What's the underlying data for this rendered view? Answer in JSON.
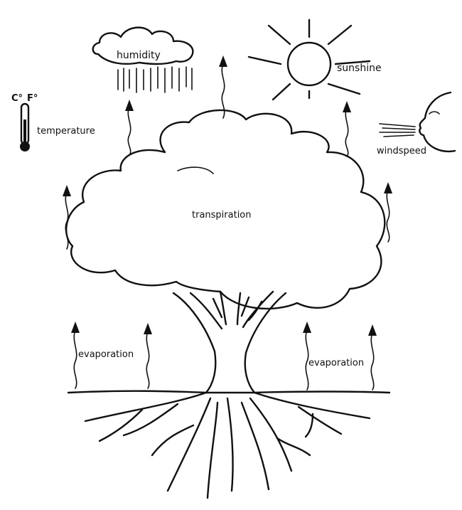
{
  "labels": {
    "humidity": "humidity",
    "sunshine": "sunshine",
    "temperature": "temperature",
    "windspeed": "windspeed",
    "transpiration": "transpiration",
    "evaporation_left": "evaporation",
    "evaporation_right": "evaporation",
    "celsius": "C°",
    "fahrenheit": "F°"
  },
  "colors": {
    "ink": "#111111",
    "background": "#ffffff"
  },
  "icons": [
    "cloud-rain-icon",
    "sun-icon",
    "thermometer-icon",
    "wind-face-icon",
    "tree-icon"
  ]
}
